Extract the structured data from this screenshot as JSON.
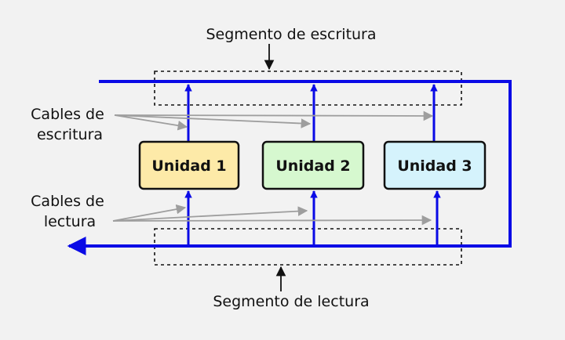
{
  "labels": {
    "write_segment": "Segmento de escritura",
    "read_segment": "Segmento de lectura",
    "write_cables": [
      "Cables de",
      "escritura"
    ],
    "read_cables": [
      "Cables de",
      "lectura"
    ]
  },
  "units": [
    {
      "label": "Unidad 1",
      "fill": "#fdeaa8"
    },
    {
      "label": "Unidad 2",
      "fill": "#d6f8cf"
    },
    {
      "label": "Unidad 3",
      "fill": "#d5f3fc"
    }
  ],
  "colors": {
    "background": "#f2f2f2",
    "bus": "#0a0ae6",
    "pointer": "#9e9e9e",
    "box_border": "#111111",
    "dashed": "#111111"
  }
}
